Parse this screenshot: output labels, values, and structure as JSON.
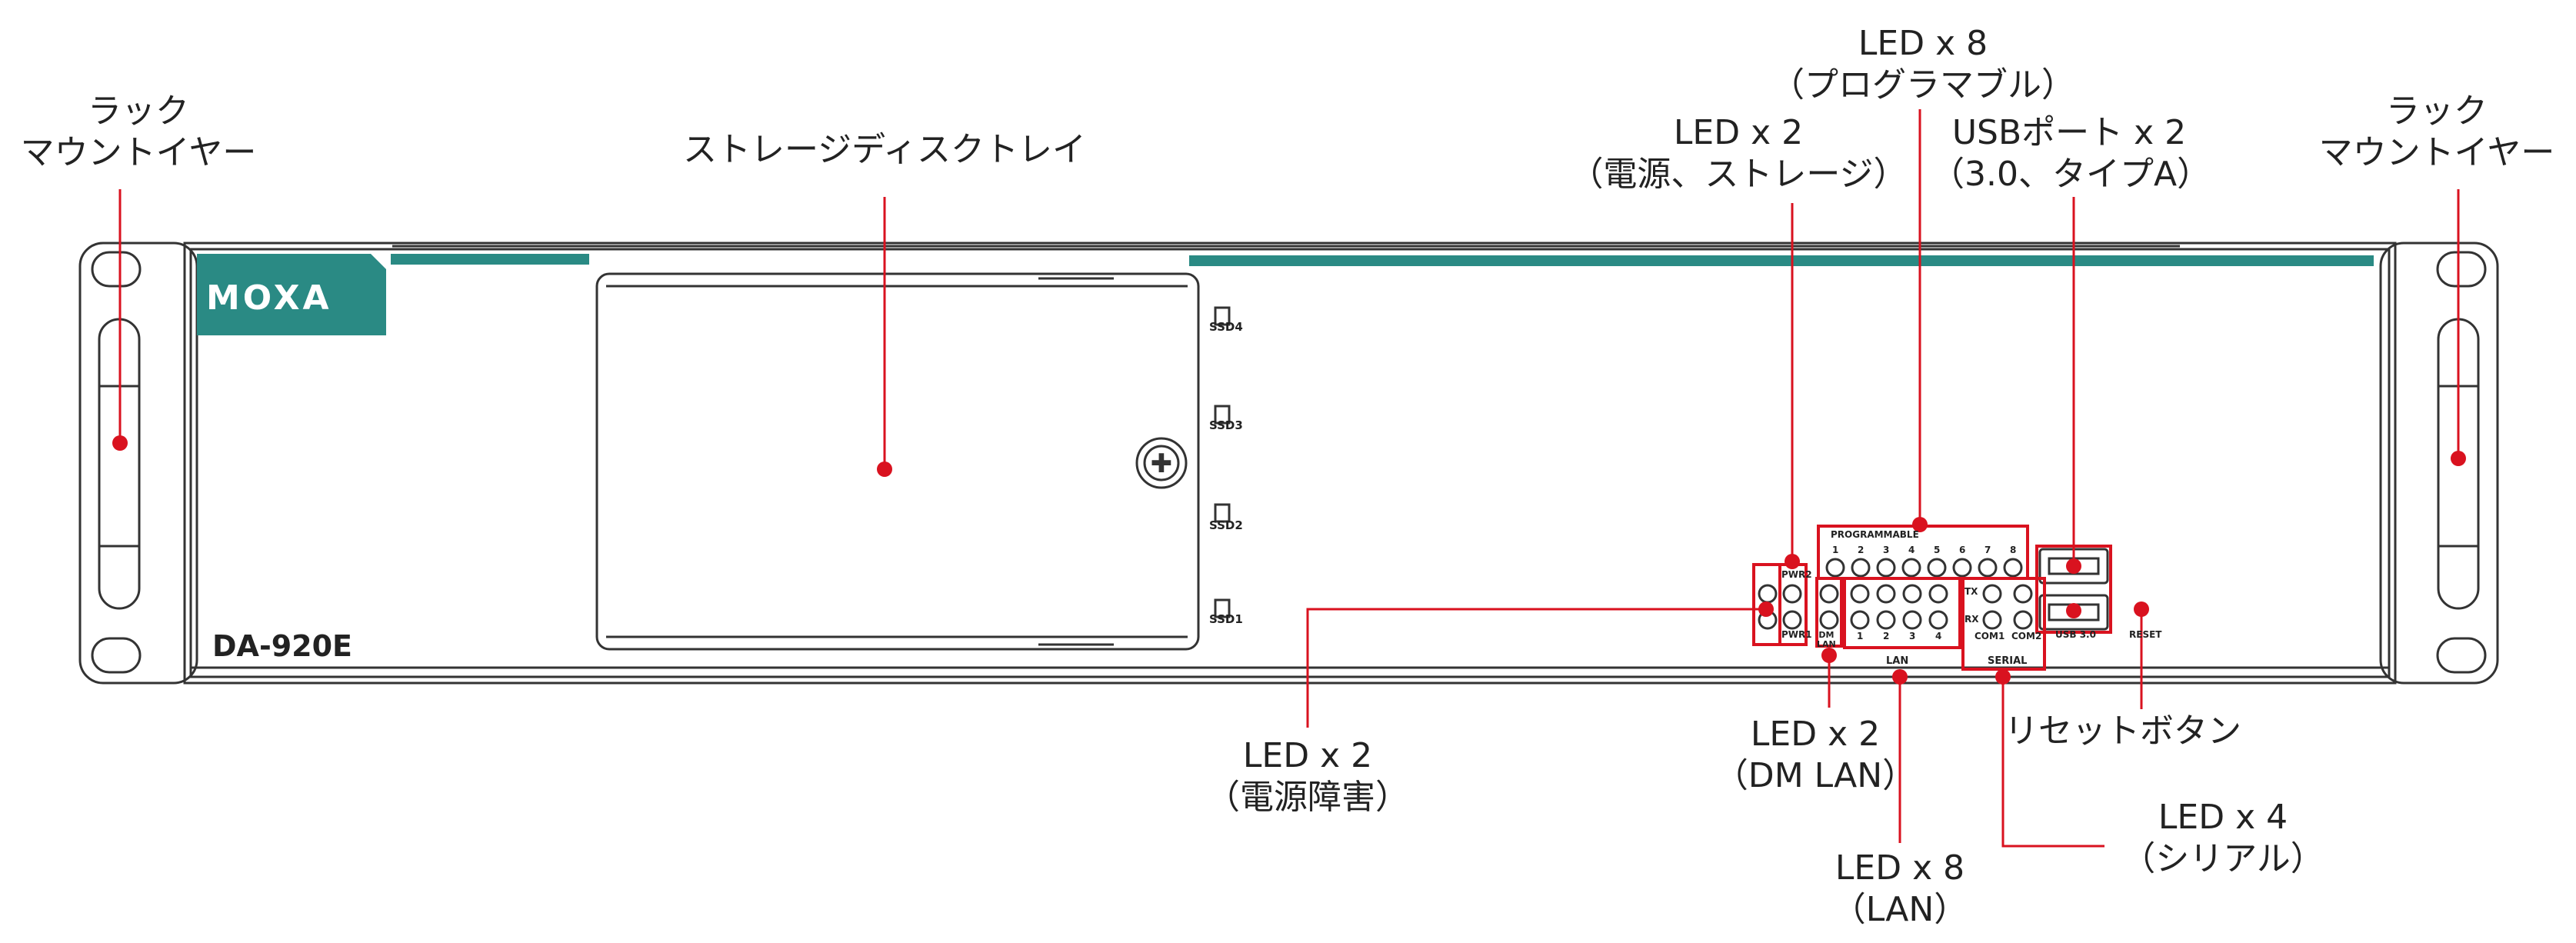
{
  "device": {
    "brand": "MOXA",
    "model": "DA-920E",
    "ssd_labels": [
      "SSD4",
      "SSD3",
      "SSD2",
      "SSD1"
    ],
    "programmable_header": "PROGRAMMABLE",
    "programmable_numbers": [
      "1",
      "2",
      "3",
      "4",
      "5",
      "6",
      "7",
      "8"
    ],
    "pwr_labels": [
      "PWR2",
      "PWR1"
    ],
    "dm_label": "DM\nLAN",
    "lan_numbers": [
      "1",
      "2",
      "3",
      "4"
    ],
    "lan_label": "LAN",
    "serial_row_labels": [
      "TX",
      "RX"
    ],
    "serial_col_labels": [
      "COM1",
      "COM2"
    ],
    "serial_label": "SERIAL",
    "usb_label": "USB 3.0",
    "reset_label": "RESET"
  },
  "callouts": {
    "rack_left": [
      "ラック",
      "マウントイヤー"
    ],
    "storage_tray": [
      "ストレージディスクトレイ"
    ],
    "led_power_storage": [
      "LED x 2",
      "（電源、ストレージ）"
    ],
    "led_programmable": [
      "LED x 8",
      "（プログラマブル）"
    ],
    "usb_ports": [
      "USBポート x 2",
      "（3.0、タイプA）"
    ],
    "rack_right": [
      "ラック",
      "マウントイヤー"
    ],
    "led_power_fault": [
      "LED x 2",
      "（電源障害）"
    ],
    "led_dm_lan": [
      "LED x 2",
      "（DM LAN）"
    ],
    "reset_button": [
      "リセットボタン"
    ],
    "led_serial": [
      "LED x 4",
      "（シリアル）"
    ],
    "led_lan": [
      "LED x 8",
      "（LAN）"
    ]
  },
  "colors": {
    "accent_teal": "#2a8a84",
    "callout_red": "#d9121f",
    "outline": "#333333"
  }
}
